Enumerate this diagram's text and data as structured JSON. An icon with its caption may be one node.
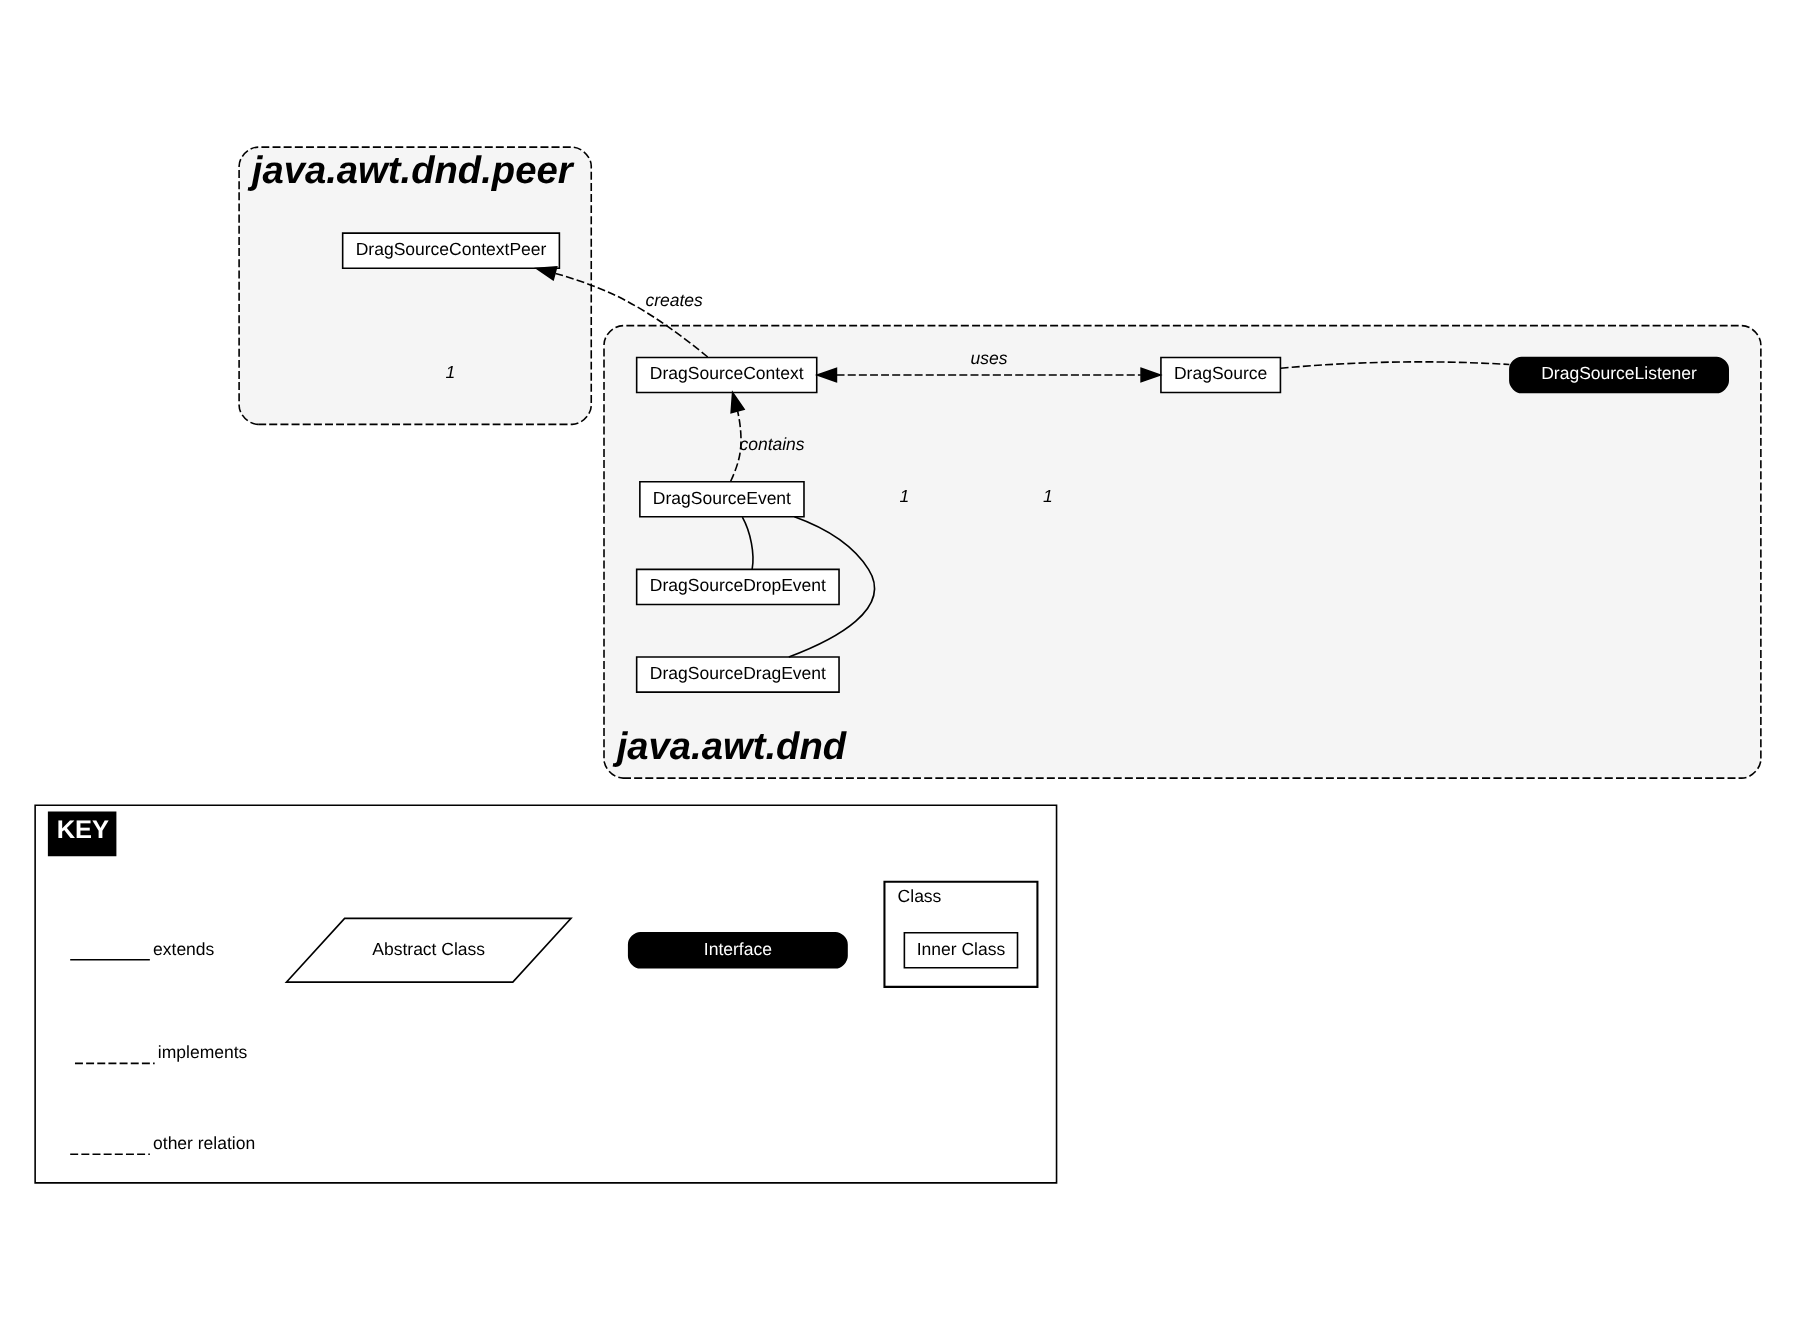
{
  "diagram": {
    "nodes": [
      {
        "text": [
          "java.awt.dnd.peer"
        ]
      },
      {
        "text": [
          "DragSourceContextPeer"
        ],
        "in": 0
      },
      {
        "text": [
          "java.awt.dnd"
        ]
      },
      {
        "text": [
          "DragSourceContext"
        ],
        "in": 2
      },
      {
        "text": [
          "DragSource"
        ],
        "in": 2
      },
      {
        "text": [
          "DragSourceListener"
        ],
        "in": 2
      },
      {
        "text": [
          "DragSourceEvent"
        ],
        "in": 2
      },
      {
        "text": [
          "DragSourceDropEvent"
        ],
        "in": 2
      },
      {
        "text": [
          "DragSourceDragEvent"
        ],
        "in": 2
      },
      {
        "text": [
          "KEY"
        ]
      },
      {
        "text": [
          "Interface"
        ],
        "in": 9
      },
      {
        "text": [
          "Class"
        ],
        "in": 9
      },
      {
        "text": [
          "Inner Class"
        ],
        "in": 11
      },
      {
        "text": [
          "Abstract Class"
        ],
        "in": 9
      }
    ],
    "edges": [
      {
        "from": 3,
        "to": 1,
        "arrow": "to",
        "style": "dashed",
        "label": "creates"
      },
      {
        "from": 3,
        "to": 4,
        "arrow": "both",
        "style": "dashed",
        "label": "uses"
      },
      {
        "from": 4,
        "to": 5,
        "arrow": "none",
        "style": "dashed"
      },
      {
        "from": 6,
        "to": 3,
        "arrow": "to",
        "style": "dashed",
        "label": "contains"
      },
      {
        "from": 7,
        "to": 6,
        "arrow": "none"
      },
      {
        "from": 8,
        "to": 6,
        "arrow": "none"
      }
    ],
    "labels": [
      "1",
      "1",
      "1"
    ],
    "legend": [
      {
        "text": "extends"
      },
      {
        "text": "implements"
      },
      {
        "text": "other relation"
      }
    ]
  }
}
